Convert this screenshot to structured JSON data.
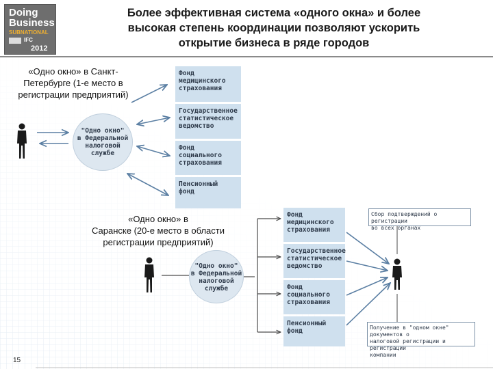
{
  "logo": {
    "line1": "Doing",
    "line2": "Business",
    "line3": "SUBNATIONAL",
    "line4": "IFC",
    "year": "2012"
  },
  "title": {
    "line1": "Более эффективная система «одного окна» и более",
    "line2": "высокая степень координации позволяют ускорить",
    "line3": "открытие бизнеса в ряде городов"
  },
  "caption_spb": {
    "line1": "«Одно окно» в Санкт-",
    "line2": "Петербурге (1-е место в",
    "line3": "регистрации предприятий)"
  },
  "caption_saransk": {
    "line1": "«Одно окно» в",
    "line2": "Саранске (20-е место в области",
    "line3": "регистрации предприятий)"
  },
  "one_window": {
    "l1": "\"Одно окно\"",
    "l2": "в Федеральной",
    "l3": "налоговой",
    "l4": "службе"
  },
  "agencies": [
    {
      "l1": "Фонд",
      "l2": "медицинского",
      "l3": "страхования"
    },
    {
      "l1": "Государственное",
      "l2": "статистическое",
      "l3": "ведомство"
    },
    {
      "l1": "Фонд",
      "l2": "социального",
      "l3": "страхования"
    },
    {
      "l1": "Пенсионный",
      "l2": "фонд"
    }
  ],
  "note_top": {
    "l1": "Сбор подтверждений о регистрации",
    "l2": "во всех органах"
  },
  "note_bottom": {
    "l1": "Получение в \"одном окне\" документов о",
    "l2": "налоговой регистрации и регистрации",
    "l3": "компании"
  },
  "page_number": "15",
  "colors": {
    "box": "#cfe0ee",
    "circle": "#dde7f0",
    "arrow": "#5b7fa3",
    "figure": "#1a1a1a"
  }
}
